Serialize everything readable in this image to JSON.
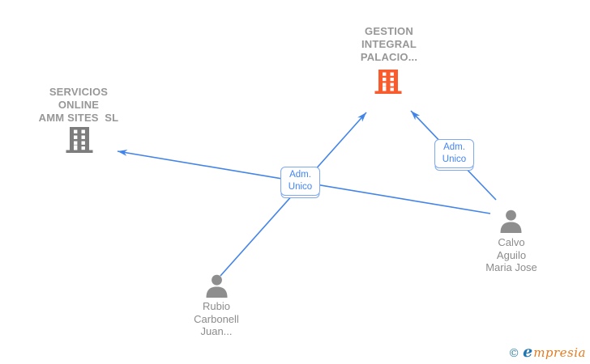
{
  "colors": {
    "edge_blue": "#4284e8",
    "edge_label_text_blue": "#4285f4",
    "edge_label_border_blue": "#7fa9ee",
    "company_icon_orange": "#f95b2c",
    "company_icon_gray": "#7d7d7d",
    "person_icon_gray": "#8e8e8e",
    "text_gray": "#979797",
    "logo_blue": "#2d7fa8",
    "logo_orange": "#e8791c"
  },
  "nodes": {
    "gestion": {
      "type": "company",
      "label": "GESTION\nINTEGRAL\nPALACIO..."
    },
    "servicios": {
      "type": "company",
      "label": "SERVICIOS\nONLINE\nAMM SITES  SL"
    },
    "rubio": {
      "type": "person",
      "label": "Rubio\nCarbonell\nJuan..."
    },
    "calvo": {
      "type": "person",
      "label": "Calvo\nAguilo\nMaria Jose"
    }
  },
  "edges": {
    "rubio_to_gestion": {
      "label": "Adm.\nUnico"
    },
    "calvo_to_gestion": {
      "label": "Adm.\nUnico"
    },
    "calvo_to_servicios": {
      "label": ""
    }
  },
  "watermark": {
    "copyright": "©",
    "brand_initial": "e",
    "brand_rest": "mpresia"
  }
}
